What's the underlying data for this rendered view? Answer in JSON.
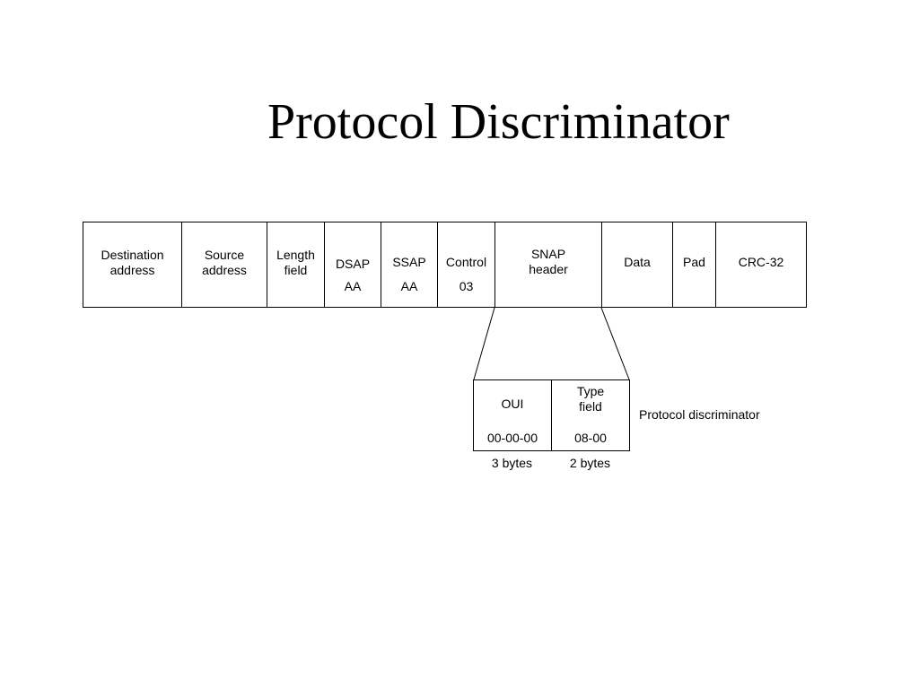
{
  "title": "Protocol Discriminator",
  "frame_fields": [
    {
      "label": "Destination\naddress",
      "value": ""
    },
    {
      "label": "Source\naddress",
      "value": ""
    },
    {
      "label": "Length\nfield",
      "value": ""
    },
    {
      "label": "DSAP",
      "value": "AA"
    },
    {
      "label": "SSAP",
      "value": "AA"
    },
    {
      "label": "Control",
      "value": "03"
    },
    {
      "label": "SNAP\nheader",
      "value": ""
    },
    {
      "label": "Data",
      "value": ""
    },
    {
      "label": "Pad",
      "value": ""
    },
    {
      "label": "CRC-32",
      "value": ""
    }
  ],
  "snap_fields": [
    {
      "label": "OUI",
      "value": "00-00-00",
      "size": "3 bytes"
    },
    {
      "label": "Type\nfield",
      "value": "08-00",
      "size": "2 bytes"
    }
  ],
  "protocol_discriminator_label": "Protocol discriminator"
}
